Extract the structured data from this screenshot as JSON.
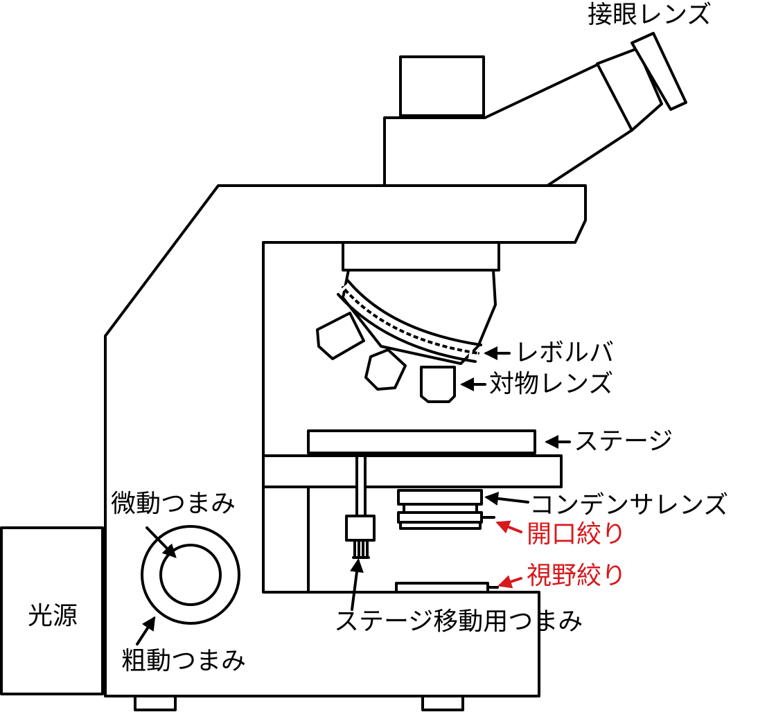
{
  "colors": {
    "black": "#000000",
    "red": "#d7191c"
  },
  "labels": {
    "eyepiece": "接眼レンズ",
    "revolver": "レボルバ",
    "objective": "対物レンズ",
    "stage": "ステージ",
    "condenser": "コンデンサレンズ",
    "aperture_diaphragm": "開口絞り",
    "field_diaphragm": "視野絞り",
    "stage_knob": "ステージ移動用つまみ",
    "fine_knob": "微動つまみ",
    "coarse_knob": "粗動つまみ",
    "light_source": "光源"
  }
}
